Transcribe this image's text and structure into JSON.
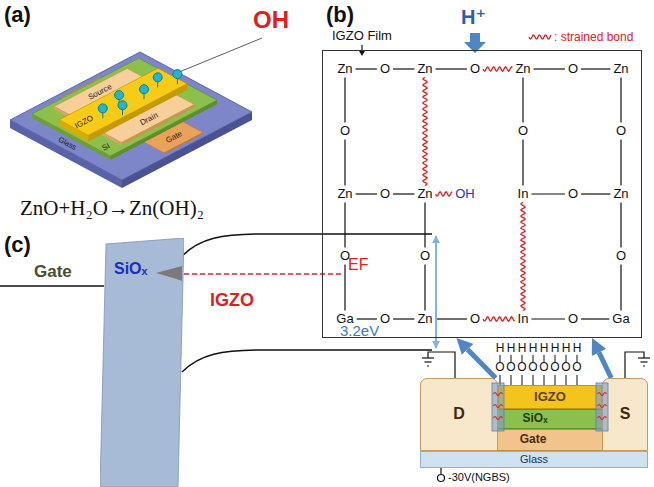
{
  "diagram": {
    "nodes": [
      {
        "text": [
          "Zn",
          "O",
          "Zn",
          "O",
          "Zn",
          "O",
          "Zn",
          "O",
          "O",
          "O",
          "Zn",
          "O",
          "Zn",
          "OH",
          "In",
          "O",
          "Zn",
          "O",
          "O",
          "O",
          "Ga",
          "O",
          "Zn",
          "O",
          "In",
          "O",
          "Ga"
        ]
      },
      {
        "text": [
          "SiOₓ"
        ]
      },
      {
        "text": [
          "D"
        ]
      },
      {
        "text": [
          "IGZO"
        ]
      },
      {
        "text": [
          "S"
        ]
      },
      {
        "text": [
          "SiOₓ"
        ]
      },
      {
        "text": [
          "Gate"
        ]
      },
      {
        "text": [
          "Glass"
        ]
      }
    ],
    "edges": [
      {
        "from": 2,
        "to": 0,
        "arrow": "to"
      },
      {
        "from": 4,
        "to": 0,
        "arrow": "to"
      }
    ],
    "labels": [
      "(a)",
      "OH",
      "Source",
      "IGZO",
      "SI",
      "Drain",
      "Gate",
      "Glass",
      "ZnO+H₂O→Zn(OH)₂",
      "(b)",
      "H⁺",
      "IGZO Film",
      "(c)",
      "Gate",
      "EF",
      "IGZO",
      "3.2eV",
      "H",
      "H",
      "H",
      "H",
      "H",
      "H",
      "H",
      "H",
      "O",
      "O",
      "O",
      "O",
      "O",
      "O",
      "O",
      "O",
      "-30V(NGBS)"
    ],
    "legend": [
      {
        "text": ": strained bond"
      }
    ]
  }
}
